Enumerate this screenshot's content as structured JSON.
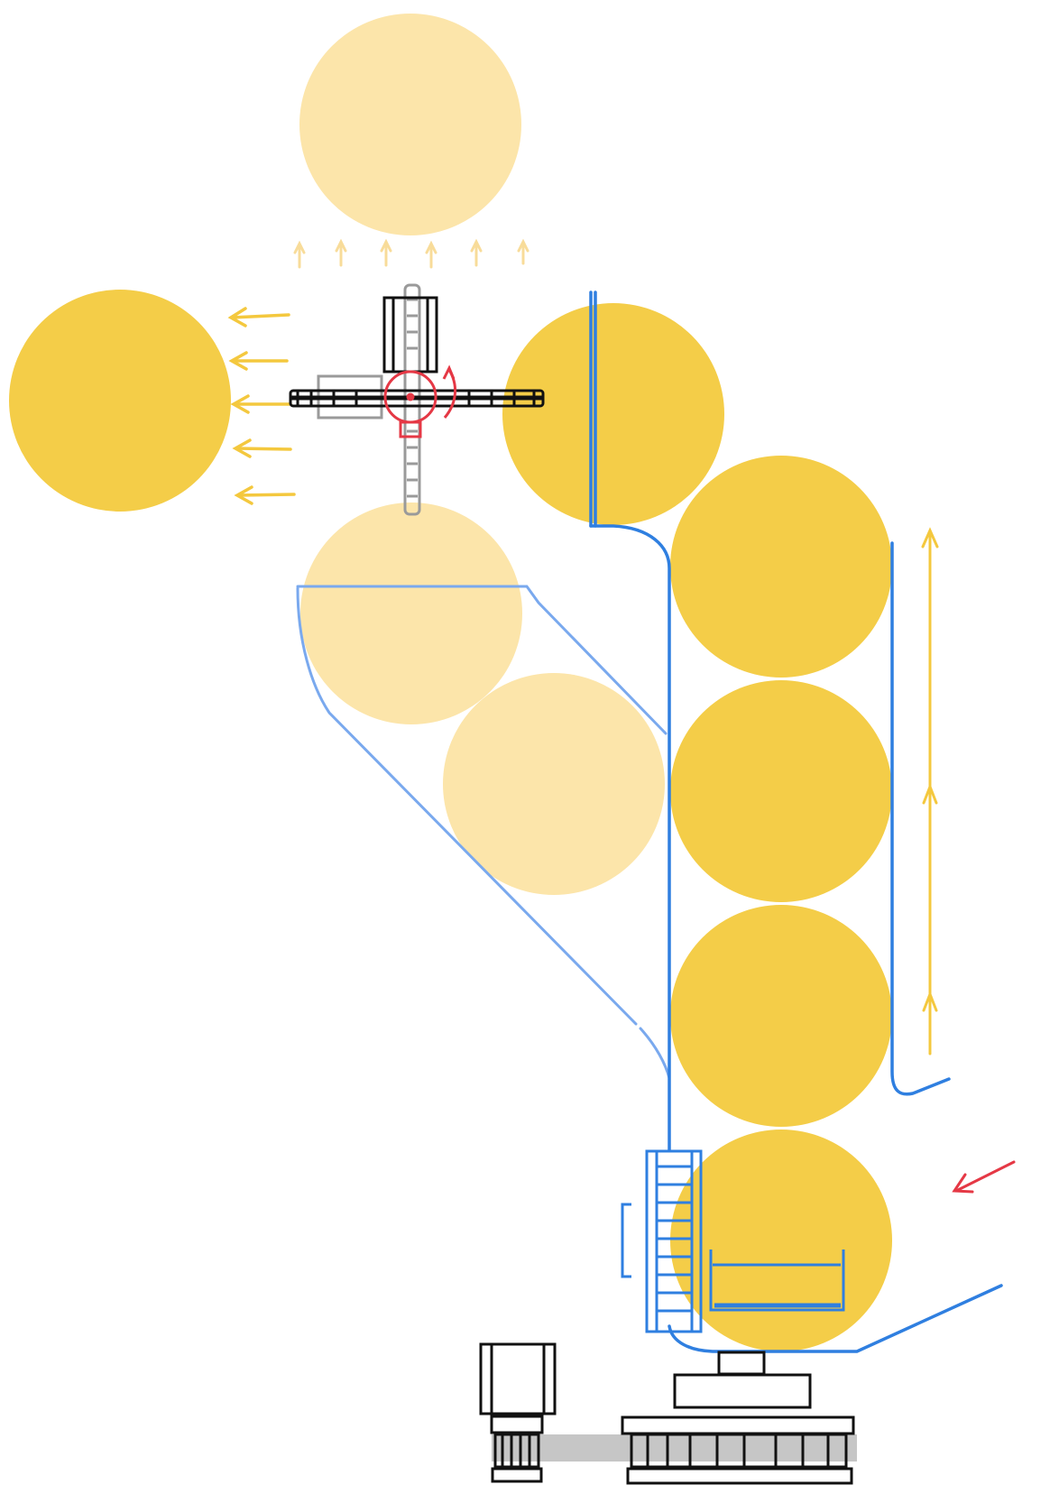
{
  "colors": {
    "ball": "#f4cd48",
    "ball_faded": "#fce5aa",
    "tube": "#2f7fe0",
    "tube_faded": "#7aa9ee",
    "arrow": "#f4c83e",
    "arrow_faded": "#f8dc9a",
    "highlight": "#e53845",
    "machine": "#111111",
    "machine_faded": "#9a9a9a",
    "belt": "#b8b8b8"
  },
  "icons": {
    "launcher": "spinning-cross-launcher-icon",
    "motor": "motor-icon",
    "rotation": "rotation-arrow-icon",
    "gear": "gear-icon"
  },
  "balls": [
    {
      "id": "ball-launched-up",
      "state": "faded"
    },
    {
      "id": "ball-launched-left",
      "state": "solid"
    },
    {
      "id": "ball-at-launcher",
      "state": "solid"
    },
    {
      "id": "ball-lift-1",
      "state": "solid"
    },
    {
      "id": "ball-lift-2",
      "state": "solid"
    },
    {
      "id": "ball-lift-3",
      "state": "solid"
    },
    {
      "id": "ball-lift-intake",
      "state": "solid"
    },
    {
      "id": "ball-under-launcher",
      "state": "faded"
    },
    {
      "id": "ball-return-chute",
      "state": "faded"
    }
  ]
}
